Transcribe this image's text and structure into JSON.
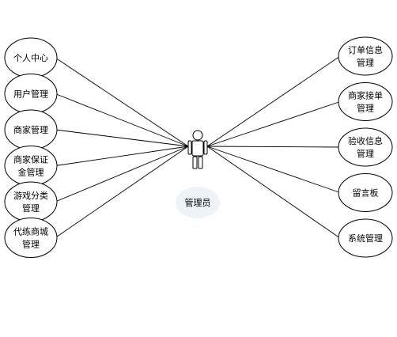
{
  "diagram": {
    "type": "use-case",
    "colors": {
      "stroke": "#000000",
      "fill": "#ffffff",
      "actor_label_bg": "#eef3fa",
      "text": "#000000"
    },
    "actor": {
      "label": "管理员",
      "icon": "stick-figure-icon"
    },
    "left_use_cases": [
      {
        "lines": [
          "个人中心"
        ]
      },
      {
        "lines": [
          "用户管理"
        ]
      },
      {
        "lines": [
          "商家管理"
        ]
      },
      {
        "lines": [
          "商家保证",
          "金管理"
        ]
      },
      {
        "lines": [
          "游戏分类",
          "管理"
        ]
      },
      {
        "lines": [
          "代练商城",
          "管理"
        ]
      }
    ],
    "right_use_cases": [
      {
        "lines": [
          "订单信息",
          "管理"
        ]
      },
      {
        "lines": [
          "商家接单",
          "管理"
        ]
      },
      {
        "lines": [
          "验收信息",
          "管理"
        ]
      },
      {
        "lines": [
          "留言板"
        ]
      },
      {
        "lines": [
          "系统管理"
        ]
      }
    ]
  }
}
